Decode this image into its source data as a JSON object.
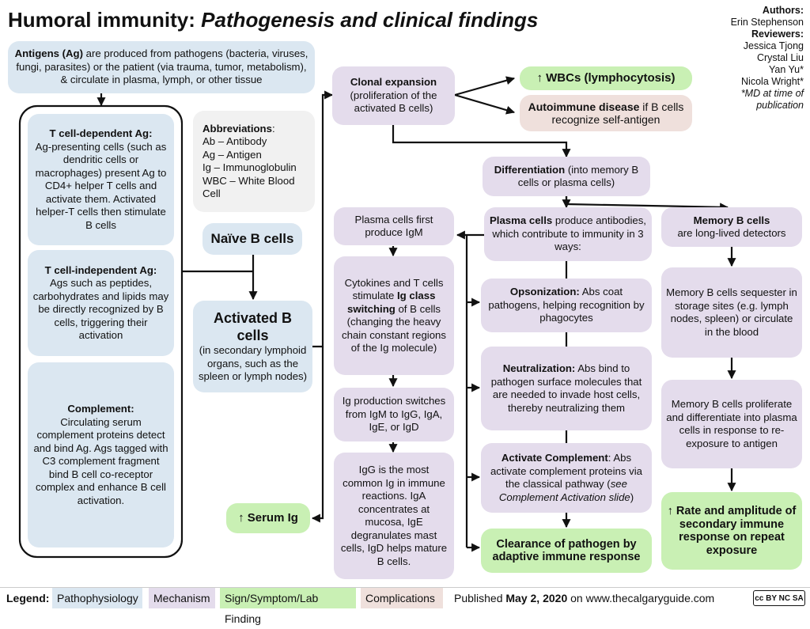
{
  "title": {
    "bold": "Humoral immunity:",
    "italic": "Pathogenesis and clinical findings"
  },
  "authors": {
    "authors_label": "Authors:",
    "authors": [
      "Erin Stephenson"
    ],
    "reviewers_label": "Reviewers:",
    "reviewers": [
      "Jessica Tjong",
      "Crystal Liu",
      "Yan Yu*",
      "Nicola Wright*"
    ],
    "note": "*MD at time of publication"
  },
  "antigens": {
    "bold": "Antigens (Ag)",
    "text": " are produced from pathogens (bacteria, viruses, fungi, parasites) or the patient (via trauma, tumor, metabolism), & circulate in plasma, lymph, or other tissue"
  },
  "tdep": {
    "bold": "T cell-dependent Ag:",
    "text": "Ag-presenting cells (such as dendritic cells or macrophages) present Ag to CD4+ helper T cells and activate them. Activated helper-T cells then stimulate B cells"
  },
  "tindep": {
    "bold": "T cell-independent Ag:",
    "text": "Ags such as peptides, carbohydrates and lipids may be directly recognized by B cells, triggering their activation"
  },
  "complement": {
    "bold": "Complement:",
    "text": "Circulating serum complement proteins detect and bind Ag. Ags tagged with C3 complement fragment bind B cell co-receptor complex and enhance B cell activation."
  },
  "abbrev": {
    "label": "Abbreviations",
    "items": [
      "Ab – Antibody",
      "Ag – Antigen",
      "Ig – Immunoglobulin",
      "WBC – White Blood Cell"
    ]
  },
  "naive": "Naïve B cells",
  "activated": {
    "bold": "Activated B cells",
    "text": "(in secondary lymphoid organs, such as the spleen or lymph nodes)"
  },
  "serum": "↑ Serum Ig",
  "clonal": {
    "bold": "Clonal expansion",
    "text": "(proliferation of the activated B cells)"
  },
  "wbcs": "↑ WBCs (lymphocytosis)",
  "autoimmune": {
    "bold": "Autoimmune disease",
    "text": " if B cells recognize self-antigen"
  },
  "differentiation": {
    "bold": "Differentiation",
    "text": " (into memory B cells or plasma cells)"
  },
  "plasma_first": "Plasma cells first produce IgM",
  "cytokines": {
    "pre": "Cytokines and T cells stimulate ",
    "bold": "Ig class switching",
    "post": " of B cells (changing the heavy chain constant regions of the Ig molecule)"
  },
  "ig_switch": "Ig production switches from IgM to IgG, IgA, IgE, or IgD",
  "igg": "IgG is the most common Ig in immune reactions. IgA concentrates at mucosa, IgE degranulates mast cells, IgD helps mature B cells.",
  "plasma_cells": {
    "bold": "Plasma cells",
    "text": " produce antibodies, which contribute to immunity in 3 ways:"
  },
  "opsonization": {
    "bold": "Opsonization:",
    "text": " Abs coat pathogens, helping recognition by phagocytes"
  },
  "neutralization": {
    "bold": "Neutralization:",
    "text": " Abs bind to pathogen surface molecules that are needed to invade host cells, thereby neutralizing them"
  },
  "activate_complement": {
    "bold": "Activate Complement",
    "text": ": Abs activate complement proteins via the classical pathway (",
    "italic": "see Complement Activation slide",
    "end": ")"
  },
  "clearance": "Clearance of pathogen by adaptive immune response",
  "memory": {
    "bold": "Memory B cells",
    "text": "are long-lived detectors"
  },
  "memory_seq": "Memory B cells sequester in storage sites (e.g. lymph nodes, spleen) or circulate in the blood",
  "memory_prolif": "Memory B cells proliferate and differentiate into plasma cells in response to re-exposure to antigen",
  "rate": "↑ Rate and amplitude of secondary immune response on repeat exposure",
  "legend": {
    "label": "Legend:",
    "items": [
      "Pathophysiology",
      "Mechanism",
      "Sign/Symptom/Lab Finding",
      "Complications"
    ],
    "colors": [
      "#dbe7f1",
      "#e4dcec",
      "#c9f0b4",
      "#efe0dc"
    ]
  },
  "published": {
    "pre": "Published ",
    "date": "May 2, 2020",
    "post": " on www.thecalgaryguide.com"
  },
  "license": "cc BY NC SA"
}
